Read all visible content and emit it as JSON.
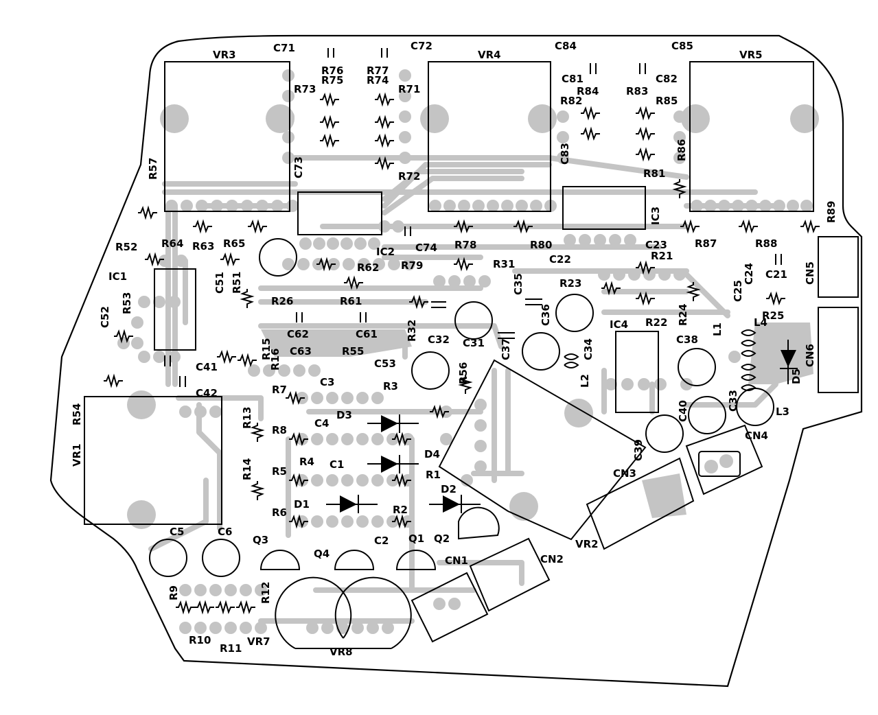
{
  "diagram": {
    "type": "pcb-silkscreen",
    "colors": {
      "copper": "#c4c4c4",
      "silkscreen": "#000000",
      "board": "#ffffff"
    },
    "labels": {
      "VR3": "VR3",
      "VR4": "VR4",
      "VR5": "VR5",
      "VR1": "VR1",
      "VR2": "VR2",
      "VR7": "VR7",
      "VR8": "VR8",
      "C71": "C71",
      "C72": "C72",
      "C73": "C73",
      "C74": "C74",
      "C84": "C84",
      "C85": "C85",
      "C81": "C81",
      "C82": "C82",
      "C83": "C83",
      "R76": "R76",
      "R77": "R77",
      "R75": "R75",
      "R74": "R74",
      "R73": "R73",
      "R71": "R71",
      "R72": "R72",
      "R84": "R84",
      "R83": "R83",
      "R82": "R82",
      "R85": "R85",
      "R86": "R86",
      "R81": "R81",
      "R57": "R57",
      "R52": "R52",
      "R64": "R64",
      "R63": "R63",
      "R65": "R65",
      "IC1": "IC1",
      "IC2": "IC2",
      "IC3": "IC3",
      "IC4": "IC4",
      "R53": "R53",
      "C52": "C52",
      "C51": "C51",
      "R51": "R51",
      "R26": "R26",
      "R62": "R62",
      "R61": "R61",
      "R78": "R78",
      "R79": "R79",
      "R80": "R80",
      "R31": "R31",
      "C22": "C22",
      "C23": "C23",
      "R87": "R87",
      "R88": "R88",
      "R89": "R89",
      "R21": "R21",
      "C24": "C24",
      "C21": "C21",
      "CN5": "CN5",
      "CN6": "CN6",
      "C62": "C62",
      "C61": "C61",
      "C63": "C63",
      "R32": "R32",
      "C32": "C32",
      "C31": "C31",
      "C35": "C35",
      "C36": "C36",
      "R23": "R23",
      "C34": "C34",
      "R22": "R22",
      "R24": "R24",
      "C25": "C25",
      "R25": "R25",
      "L4": "L4",
      "L1": "L1",
      "C41": "C41",
      "R15": "R15",
      "R16": "R16",
      "R55": "R55",
      "C53": "C53",
      "R56": "R56",
      "C37": "C37",
      "L2": "L2",
      "C38": "C38",
      "D5": "D5",
      "C42": "C42",
      "R7": "R7",
      "C3": "C3",
      "R3": "R3",
      "R54": "R54",
      "R13": "R13",
      "C33": "C33",
      "C40": "C40",
      "L3": "L3",
      "CN4": "CN4",
      "R8": "R8",
      "C4": "C4",
      "D3": "D3",
      "C39": "C39",
      "R4": "R4",
      "C1": "C1",
      "D4": "D4",
      "CN3": "CN3",
      "R5": "R5",
      "R14": "R14",
      "R1": "R1",
      "D1": "D1",
      "D2": "D2",
      "R6": "R6",
      "R2": "R2",
      "C5": "C5",
      "C6": "C6",
      "Q3": "Q3",
      "Q4": "Q4",
      "C2": "C2",
      "Q1": "Q1",
      "Q2": "Q2",
      "CN1": "CN1",
      "CN2": "CN2",
      "R9": "R9",
      "R12": "R12",
      "R10": "R10",
      "R11": "R11"
    }
  }
}
